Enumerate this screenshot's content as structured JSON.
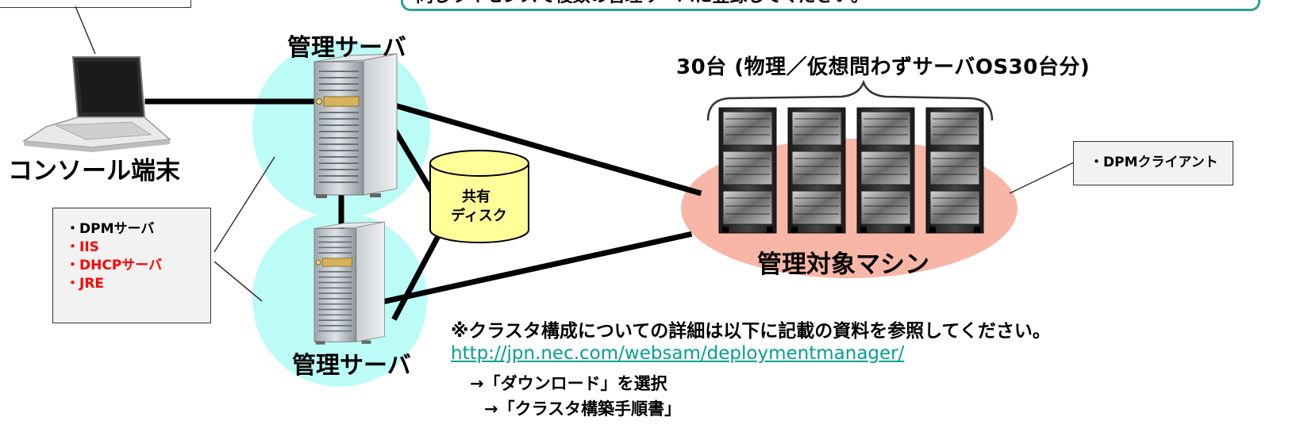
{
  "top_banner_text": "同じライセンスで複数の管理サーバに登録してください。",
  "labels": {
    "mgmt_server_top": "管理サーバ",
    "mgmt_server_bottom": "管理サーバ",
    "console": "コンソール端末",
    "shared_disk_line1": "共有",
    "shared_disk_line2": "ディスク",
    "managed_machines": "管理対象マシン",
    "machine_count": "30台 (物理／仮想問わずサーバOS30台分)"
  },
  "server_software": [
    {
      "text": "・DPMサーバ",
      "color": "#000000"
    },
    {
      "text": "・IIS",
      "color": "#ff0000"
    },
    {
      "text": "・DHCPサーバ",
      "color": "#ff0000"
    },
    {
      "text": "・JRE",
      "color": "#ff0000"
    }
  ],
  "client_software": "・DPMクライアント",
  "notes": {
    "cluster_note": "※クラスタ構成についての詳細は以下に記載の資料を参照してください。",
    "url": "http://jpn.nec.com/websam/deploymentmanager/",
    "step1": "→「ダウンロード」を選択",
    "step2": "→「クラスタ構築手順書」"
  },
  "colors": {
    "server_circle": "#bbfcf7",
    "managed_ellipse": "#f8b6a6",
    "disk_fill": "#ffff99",
    "link": "#00a090",
    "red_text": "#ff0000"
  }
}
